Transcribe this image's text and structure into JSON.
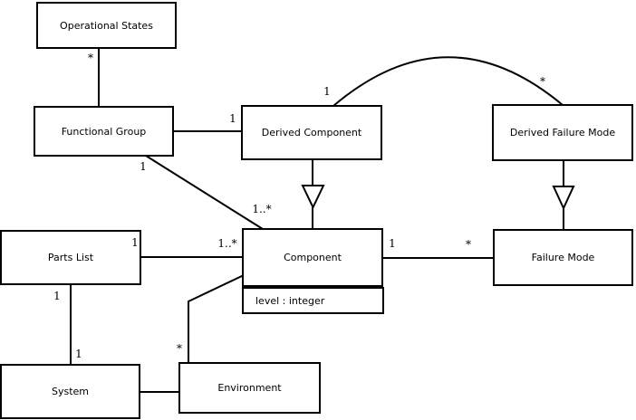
{
  "diagram": {
    "type": "uml-class-diagram",
    "colors": {
      "background": "#ffffff",
      "line": "#000000",
      "box_fill": "#ffffff",
      "text": "#000000"
    },
    "classes": [
      {
        "name": "Operational States"
      },
      {
        "name": "Functional Group"
      },
      {
        "name": "Derived Component"
      },
      {
        "name": "Derived Failure Mode"
      },
      {
        "name": "Parts List"
      },
      {
        "name": "Component",
        "attribute": "level : integer"
      },
      {
        "name": "Failure Mode"
      },
      {
        "name": "System"
      },
      {
        "name": "Environment"
      }
    ],
    "multiplicities": [
      {
        "text": "*",
        "edge": "operational-states_functional-group",
        "end": "operational-states"
      },
      {
        "text": "1",
        "edge": "functional-group_derived-component",
        "end": "derived-component"
      },
      {
        "text": "1",
        "edge": "functional-group_component",
        "end": "functional-group"
      },
      {
        "text": "1..*",
        "edge": "functional-group_component",
        "end": "component"
      },
      {
        "text": "1",
        "edge": "parts-list_component",
        "end": "parts-list"
      },
      {
        "text": "1..*",
        "edge": "parts-list_component",
        "end": "component"
      },
      {
        "text": "1",
        "edge": "component_failure-mode",
        "end": "component"
      },
      {
        "text": "*",
        "edge": "component_failure-mode",
        "end": "failure-mode"
      },
      {
        "text": "1",
        "edge": "derived-component_derived-failure-mode-arc",
        "end": "derived-component"
      },
      {
        "text": "*",
        "edge": "derived-component_derived-failure-mode-arc",
        "end": "derived-failure-mode"
      },
      {
        "text": "1",
        "edge": "parts-list_system",
        "end": "parts-list"
      },
      {
        "text": "1",
        "edge": "parts-list_system",
        "end": "system"
      },
      {
        "text": "*",
        "edge": "component_environment",
        "end": "environment"
      }
    ]
  }
}
